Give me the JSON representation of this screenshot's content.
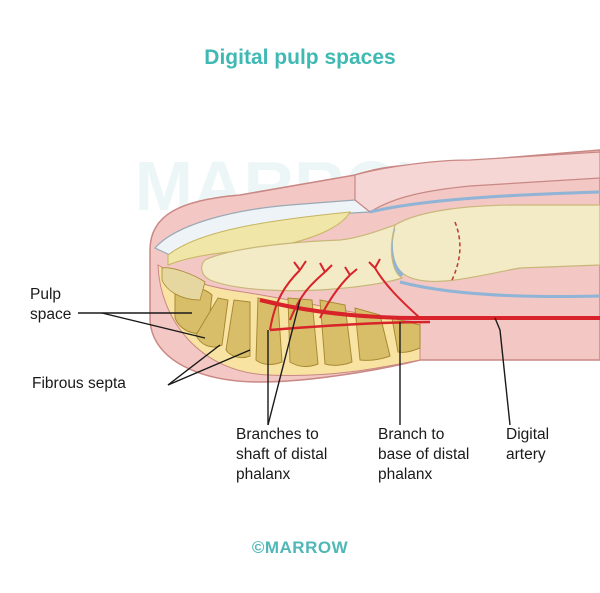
{
  "title": "Digital pulp spaces",
  "watermark": "MARROW",
  "footer": "©MARROW",
  "labels": {
    "pulp_space": "Pulp\nspace",
    "fibrous_septa": "Fibrous septa",
    "branches_shaft": "Branches to\nshaft of distal\nphalanx",
    "branch_base": "Branch to\nbase of distal\nphalanx",
    "digital_artery": "Digital\nartery"
  },
  "colors": {
    "title": "#3fb9b4",
    "skin": "#f2c7c4",
    "skin_dark": "#e29a96",
    "fat": "#d9be6a",
    "fat_dark": "#b99a3f",
    "bone": "#f3ebc6",
    "nail": "#eef3f7",
    "artery": "#d8232a"
  }
}
